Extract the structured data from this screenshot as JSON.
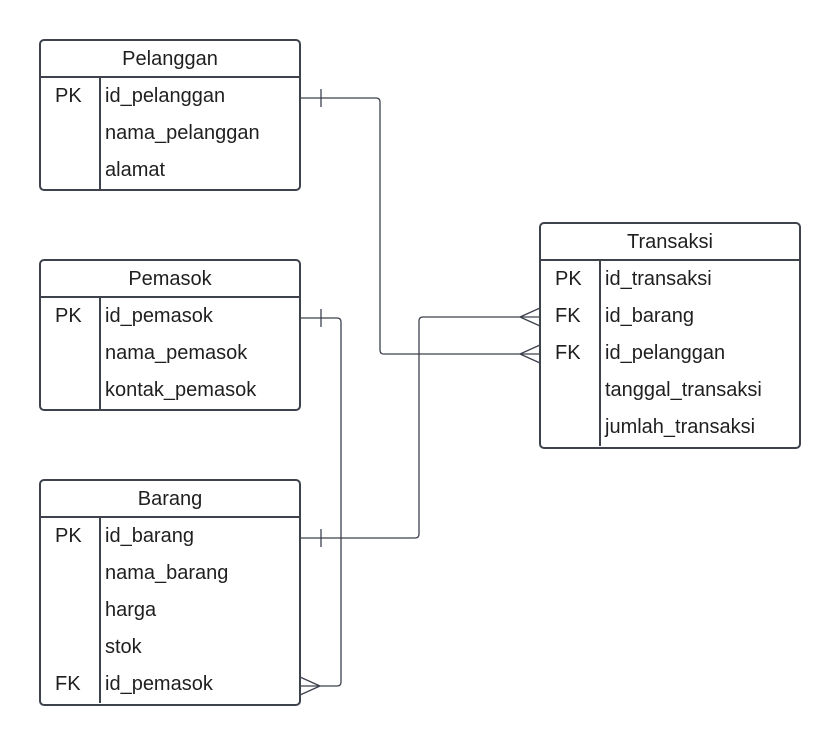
{
  "entities": {
    "pelanggan": {
      "title": "Pelanggan",
      "attributes": [
        {
          "key": "PK",
          "name": "id_pelanggan"
        },
        {
          "key": "",
          "name": "nama_pelanggan"
        },
        {
          "key": "",
          "name": "alamat"
        }
      ]
    },
    "pemasok": {
      "title": "Pemasok",
      "attributes": [
        {
          "key": "PK",
          "name": "id_pemasok"
        },
        {
          "key": "",
          "name": "nama_pemasok"
        },
        {
          "key": "",
          "name": "kontak_pemasok"
        }
      ]
    },
    "barang": {
      "title": "Barang",
      "attributes": [
        {
          "key": "PK",
          "name": "id_barang"
        },
        {
          "key": "",
          "name": "nama_barang"
        },
        {
          "key": "",
          "name": "harga"
        },
        {
          "key": "",
          "name": "stok"
        },
        {
          "key": "FK",
          "name": "id_pemasok"
        }
      ]
    },
    "transaksi": {
      "title": "Transaksi",
      "attributes": [
        {
          "key": "PK",
          "name": "id_transaksi"
        },
        {
          "key": "FK",
          "name": "id_barang"
        },
        {
          "key": "FK",
          "name": "id_pelanggan"
        },
        {
          "key": "",
          "name": "tanggal_transaksi"
        },
        {
          "key": "",
          "name": "jumlah_transaksi"
        }
      ]
    }
  },
  "relationships": [
    {
      "from": "pelanggan.id_pelanggan",
      "to": "transaksi.id_pelanggan",
      "from_end": "one",
      "to_end": "many"
    },
    {
      "from": "barang.id_barang",
      "to": "transaksi.id_barang",
      "from_end": "one",
      "to_end": "many"
    },
    {
      "from": "pemasok.id_pemasok",
      "to": "barang.id_pemasok",
      "from_end": "one",
      "to_end": "many"
    }
  ]
}
